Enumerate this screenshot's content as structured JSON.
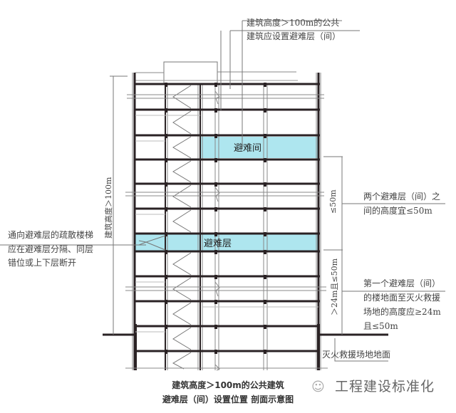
{
  "diagram": {
    "top_note": {
      "line1": "建筑高度＞100m的公共",
      "line2": "建筑应设置避难层（间）"
    },
    "height_dimension": "建筑高度＞100m",
    "left_note": {
      "line1": "通向避难层的疏散楼梯",
      "line2": "应在避难层分隔、同层",
      "line3": "错位或上下层断开"
    },
    "refuge_room_label": "避难间",
    "refuge_floor_label": "避难层",
    "spacing_dimension": "≤50m",
    "spacing_note": {
      "line1": "两个避难层（间）之",
      "line2": "间的高度宜≤50m"
    },
    "first_dimension": "＞24m且≤50m",
    "first_note": {
      "line1": "第一个避难层（间）",
      "line2": "的楼地面至灭火救援",
      "line3": "场地的高度应≥24m",
      "line4": "且≤50m"
    },
    "ground_label": "灭火救援场地地面",
    "caption": {
      "line1": "建筑高度＞100m的公共建筑",
      "line2": "避难层（间）设置位置  剖面示意图"
    },
    "watermark": {
      "icon": "wechat-icon",
      "text": "工程建设标准化"
    },
    "colors": {
      "refuge_fill": "#aee6ef",
      "structure": "#2a2224",
      "line": "#555555"
    }
  }
}
